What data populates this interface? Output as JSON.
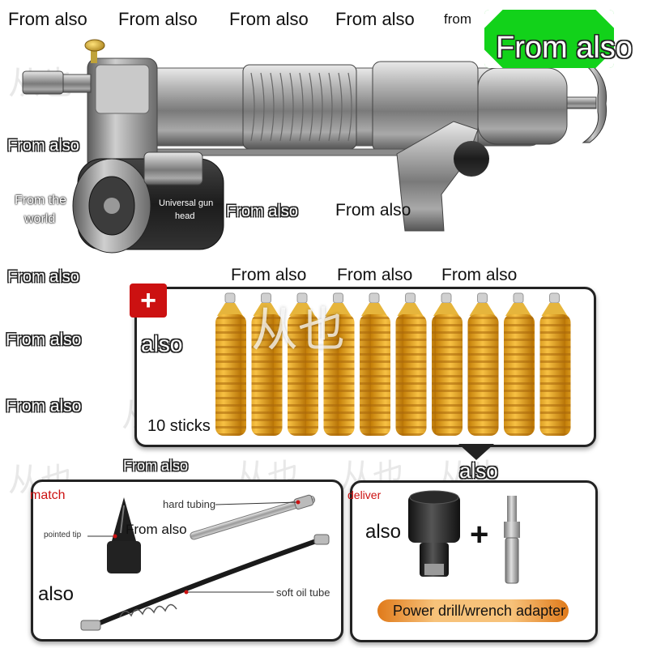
{
  "top_labels": [
    "From also",
    "From also",
    "From also",
    "From also",
    "from"
  ],
  "banner_text": "From also",
  "gun_labels": {
    "left_1": "From also",
    "world_line1": "From the",
    "world_line2": "world",
    "gun_head_line1": "Universal gun",
    "gun_head_line2": "head",
    "mid_1": "From also",
    "mid_2": "From also"
  },
  "left_column": [
    "From also",
    "From also",
    "From also"
  ],
  "grease_labels": [
    "From also",
    "From also",
    "From also"
  ],
  "grease_panel": {
    "plus_symbol": "+",
    "also": "also",
    "sticks": "10 sticks",
    "watermark": "从也",
    "stick_count": 10
  },
  "between": {
    "left": "From also",
    "right": "also"
  },
  "match_panel": {
    "title": "match",
    "hard_tubing": "hard tubing",
    "pointed_tip": "pointed tip",
    "from_also": "From also",
    "soft_oil_tube": "soft oil tube",
    "also": "also"
  },
  "deliver_panel": {
    "title": "deliver",
    "also": "also",
    "plus": "+",
    "adapter_label": "Power drill/wrench adapter"
  },
  "watermark_char": "从也",
  "colors": {
    "banner_green": "#12d21a",
    "red_accent": "#cc1111",
    "grease_amber": "#e8a317",
    "adapter_orange": "#f5b056"
  }
}
